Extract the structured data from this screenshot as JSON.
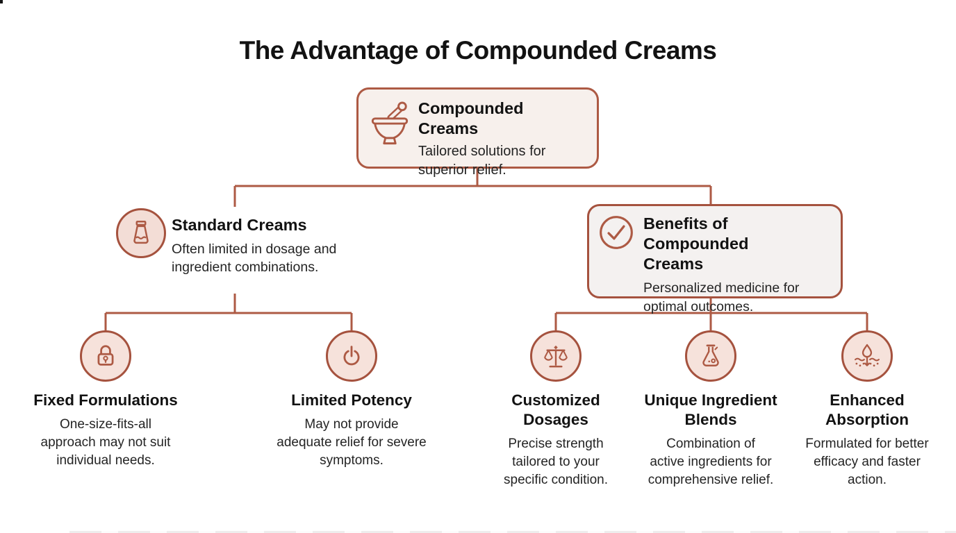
{
  "title": "The Advantage of Compounded Creams",
  "theme": {
    "accent": "#ad5a44",
    "accent_dark": "#a5523e",
    "root_bg": "#f7f0ec",
    "benefits_bg": "#f4f1f0",
    "circle_bg": "#f6e2db",
    "tube_circle_bg": "#f3ddd6",
    "title_color": "#121212",
    "body_color": "#242424"
  },
  "root": {
    "icon": "mortar-pestle-icon",
    "title": "Compounded Creams",
    "description": "Tailored solutions for\nsuperior relief."
  },
  "standard": {
    "icon": "cream-tube-icon",
    "title": "Standard Creams",
    "description": "Often limited in dosage and\ningredient combinations."
  },
  "benefits": {
    "icon": "checkmark-circle-icon",
    "title": "Benefits of Compounded\nCreams",
    "description": "Personalized medicine for\noptimal outcomes."
  },
  "leaves": [
    {
      "icon": "lock-icon",
      "title": "Fixed Formulations",
      "description": "One-size-fits-all\napproach may not suit\nindividual needs."
    },
    {
      "icon": "power-icon",
      "title": "Limited Potency",
      "description": "May not provide\nadequate relief for severe\nsymptoms."
    },
    {
      "icon": "balance-scales-icon",
      "title": "Customized\nDosages",
      "description": "Precise strength\ntailored to your\nspecific condition."
    },
    {
      "icon": "flask-icon",
      "title": "Unique Ingredient\nBlends",
      "description": "Combination of\nactive ingredients for\ncomprehensive relief."
    },
    {
      "icon": "droplet-absorption-icon",
      "title": "Enhanced\nAbsorption",
      "description": "Formulated for better\nefficacy and faster\naction."
    }
  ]
}
